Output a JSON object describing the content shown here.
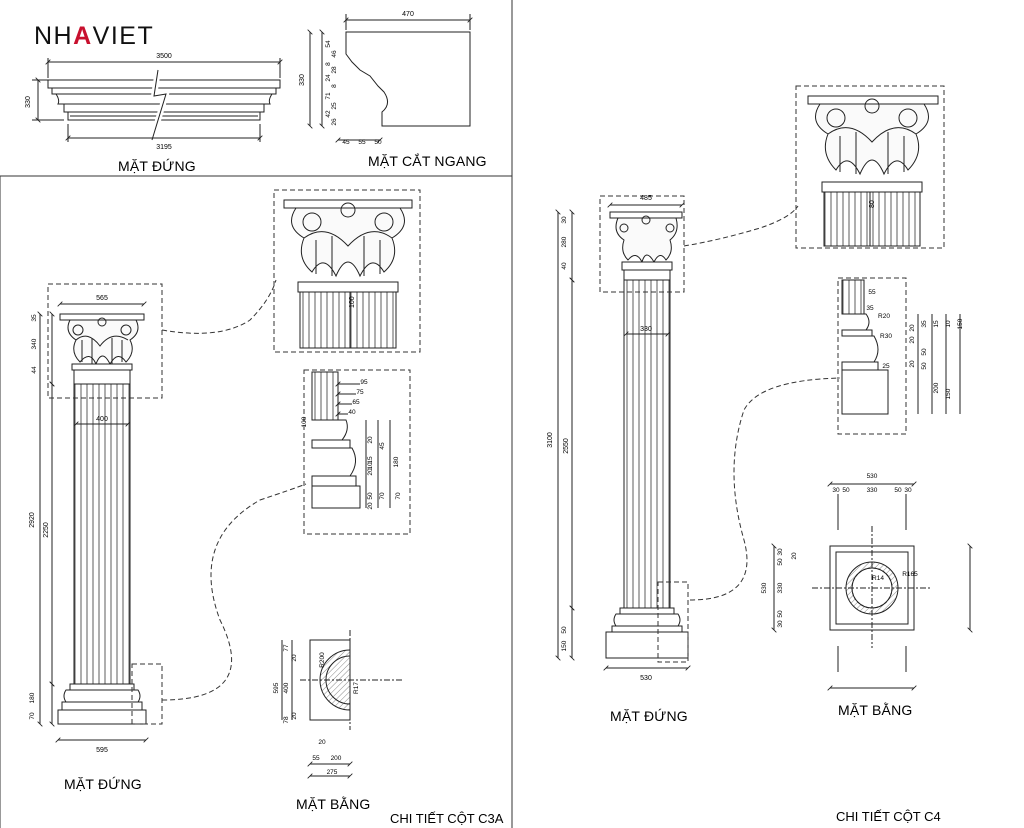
{
  "logo": {
    "part1": "NH",
    "part2": "A",
    "part3": "VIET",
    "accent": "#c8102e"
  },
  "top_panel": {
    "front_title": "MẶT ĐỨNG",
    "section_title": "MẶT CẮT NGANG",
    "front_dims": {
      "top": "3500",
      "bottom": "3195",
      "height": "330"
    },
    "section_dims": {
      "width": "470",
      "height": "330",
      "verticals": [
        "54",
        "46",
        "8",
        "28",
        "24",
        "8",
        "71",
        "25",
        "42",
        "26"
      ],
      "bottom": [
        "45",
        "55",
        "50"
      ]
    }
  },
  "c3a": {
    "front_title": "MẶT ĐỨNG",
    "plan_title": "MẶT BẰNG",
    "sheet_title": "CHI TIẾT CỘT C3A",
    "dims": {
      "cap_width": "565",
      "shaft_width": "400",
      "base_width": "595",
      "left": [
        "35",
        "340",
        "44"
      ],
      "total": "2920",
      "shaft": "2250",
      "base": [
        "180",
        "70"
      ],
      "cap_detail": "100"
    },
    "base_detail": {
      "top": [
        "95",
        "75",
        "65",
        "40"
      ],
      "left": "100",
      "right": [
        "20",
        "45",
        "15",
        "10",
        "20",
        "180",
        "70",
        "50",
        "20",
        "70"
      ]
    },
    "plan": {
      "left": [
        "77",
        "20",
        "595",
        "400",
        "78",
        "20"
      ],
      "bottom": [
        "20",
        "55",
        "200",
        "275"
      ],
      "radii": [
        "R200",
        "R17"
      ]
    }
  },
  "c4": {
    "front_title": "MẶT ĐỨNG",
    "plan_title": "MẶT BẰNG",
    "sheet_title": "CHI TIẾT CỘT C4",
    "dims": {
      "cap_width": "485",
      "shaft_width": "330",
      "base_width": "530",
      "left": [
        "30",
        "280",
        "40"
      ],
      "total": "3100",
      "shaft": "2550",
      "base": [
        "150",
        "50"
      ],
      "cap_detail": "80"
    },
    "base_detail": {
      "labels": [
        "55",
        "35",
        "R20",
        "R30",
        "25"
      ],
      "right": [
        "20",
        "35",
        "15",
        "10",
        "150",
        "20",
        "50",
        "20",
        "50",
        "200",
        "150"
      ]
    },
    "plan": {
      "top": [
        "530",
        "30",
        "50",
        "330",
        "50",
        "30"
      ],
      "side": [
        "530",
        "30",
        "50",
        "330",
        "50",
        "30",
        "20"
      ],
      "radii": [
        "R165",
        "R14"
      ]
    }
  }
}
